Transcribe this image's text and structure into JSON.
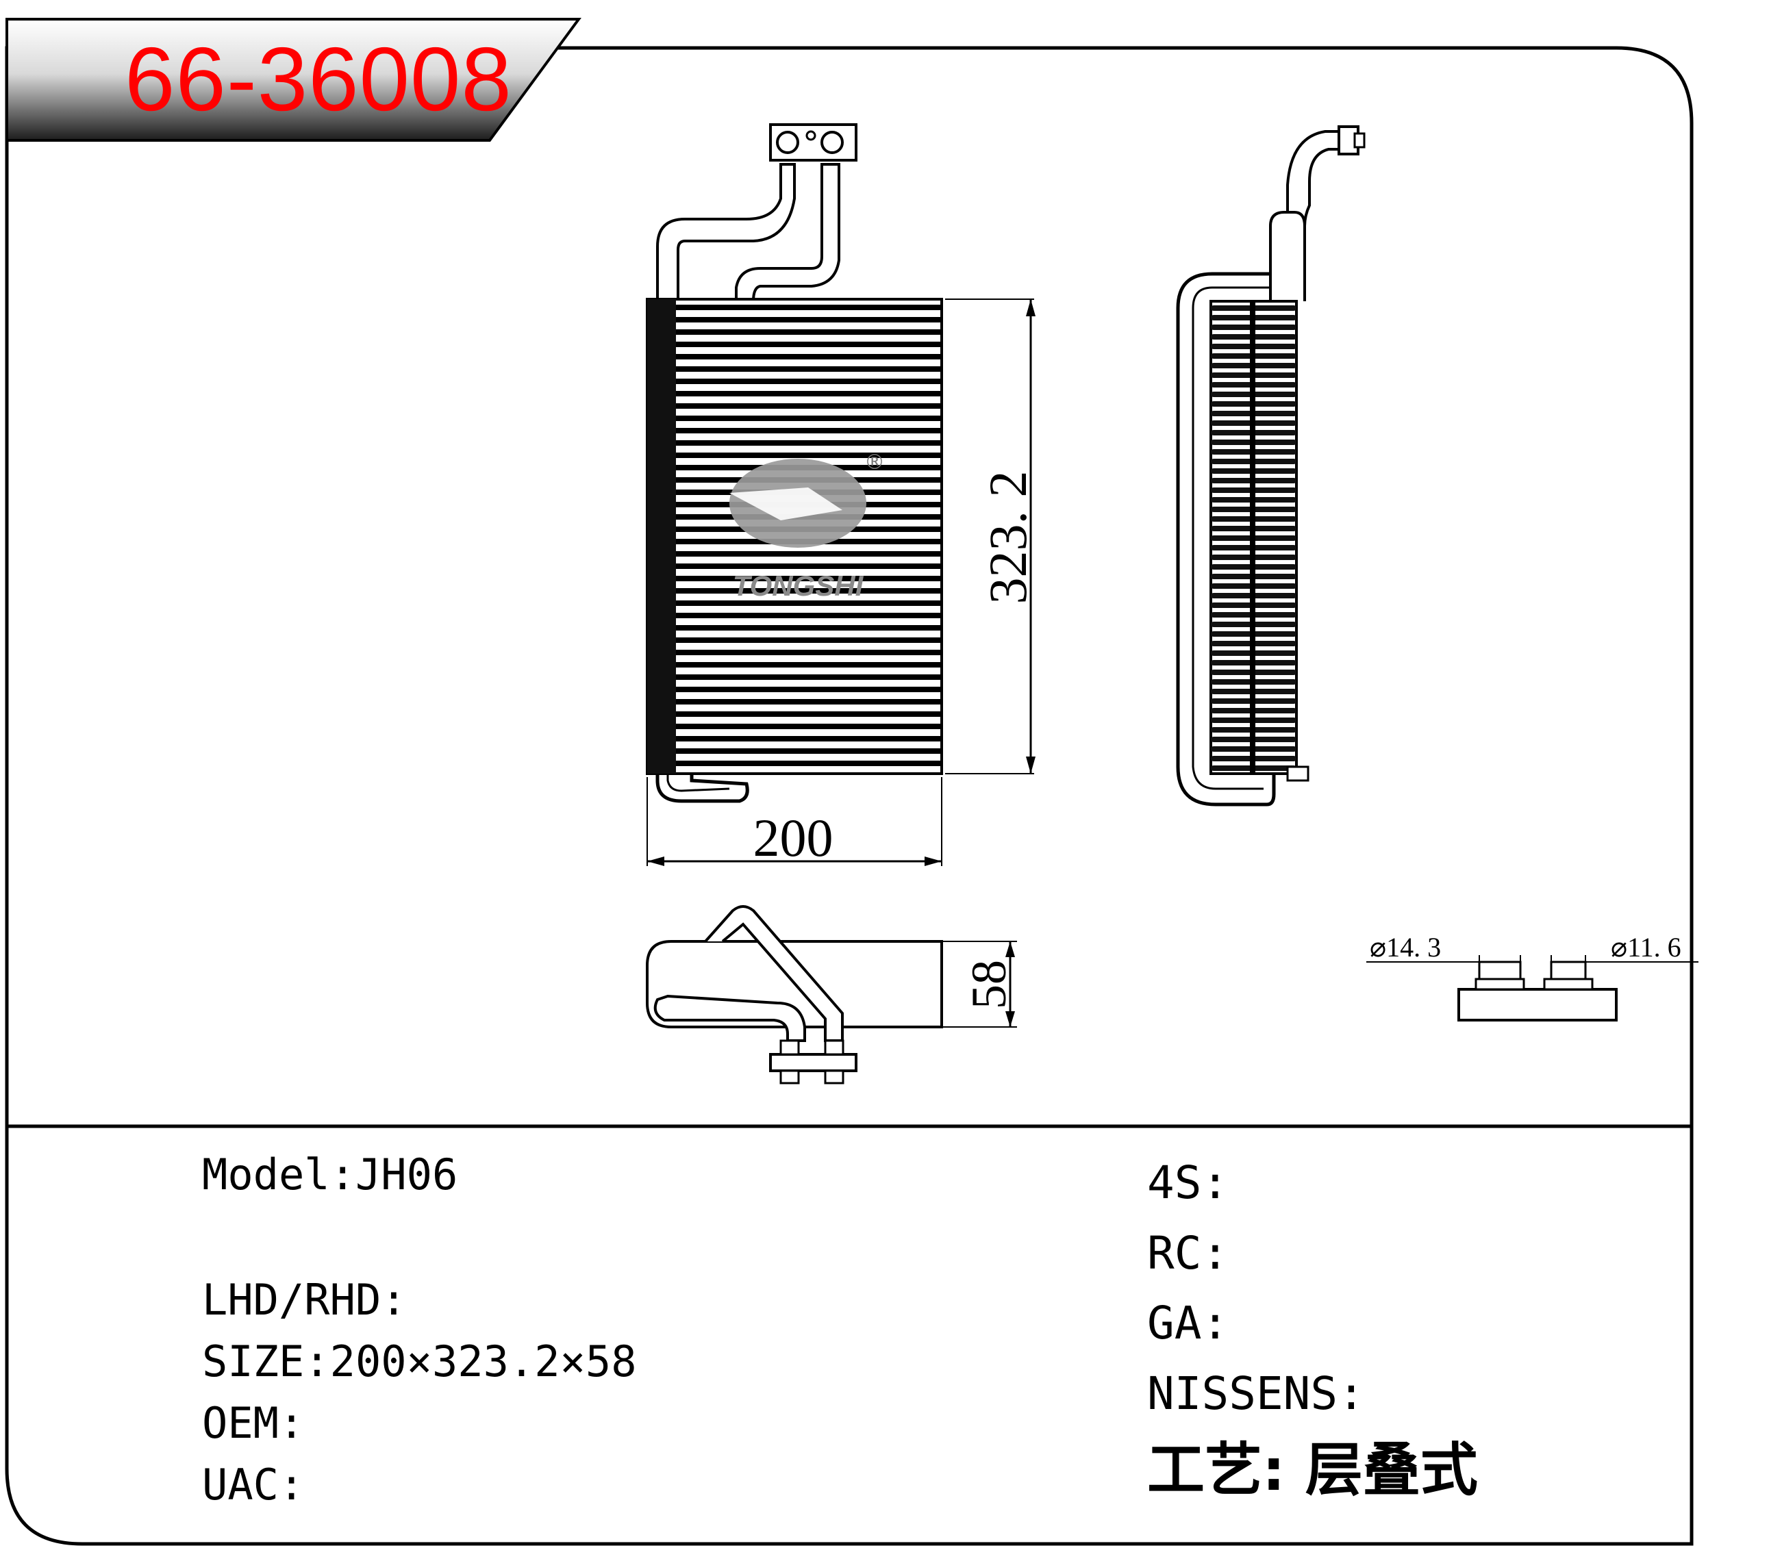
{
  "header": {
    "model_code": "66-36008"
  },
  "logo": {
    "brand": "TONGSHI",
    "registered_mark": "®"
  },
  "dimensions": {
    "width": "200",
    "height": "323. 2",
    "depth": "58",
    "inlet_diameter": "⌀14. 3",
    "outlet_diameter": "⌀11. 6"
  },
  "specs_left": {
    "model": "Model:JH06",
    "lhd_rhd": "LHD/RHD:",
    "size": "SIZE:200×323.2×58",
    "oem": "OEM:",
    "uac": "UAC:"
  },
  "specs_right": {
    "s4": "4S:",
    "rc": "RC:",
    "ga": "GA:",
    "nissens": "NISSENS:",
    "process": "工艺: 层叠式"
  },
  "colors": {
    "code_red": "#ff0000",
    "banner_dark": "#2a2a2a",
    "logo_grey": "#9a9a9a"
  }
}
